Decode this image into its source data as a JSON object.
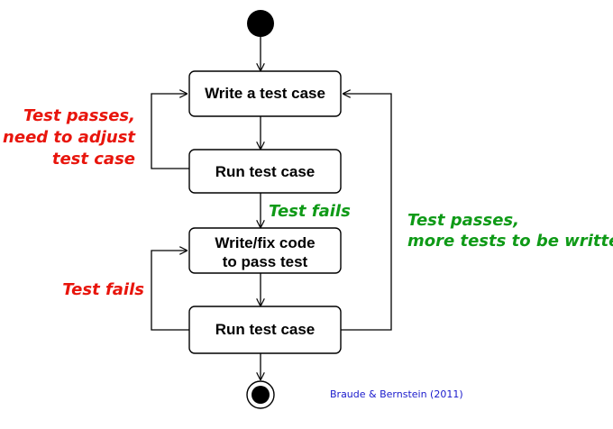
{
  "nodes": {
    "write_test": {
      "label": "Write a test case"
    },
    "run_test_1": {
      "label": "Run test case"
    },
    "write_code": {
      "lines": [
        "Write/fix code",
        "to pass test"
      ]
    },
    "run_test_2": {
      "label": "Run test case"
    }
  },
  "edge_labels": {
    "test_passes_adjust": [
      "Test passes,",
      "need to adjust",
      "test case"
    ],
    "test_fails_main": "Test fails",
    "test_passes_more": [
      "Test passes,",
      "more tests to be written"
    ],
    "test_fails_loop": "Test fails"
  },
  "citation": "Braude & Bernstein (2011)",
  "colors": {
    "red_label": "#e8150c",
    "green_label": "#0f9a17",
    "citation": "#1a1acc",
    "node_fill": "#000000",
    "stroke": "#000000"
  }
}
